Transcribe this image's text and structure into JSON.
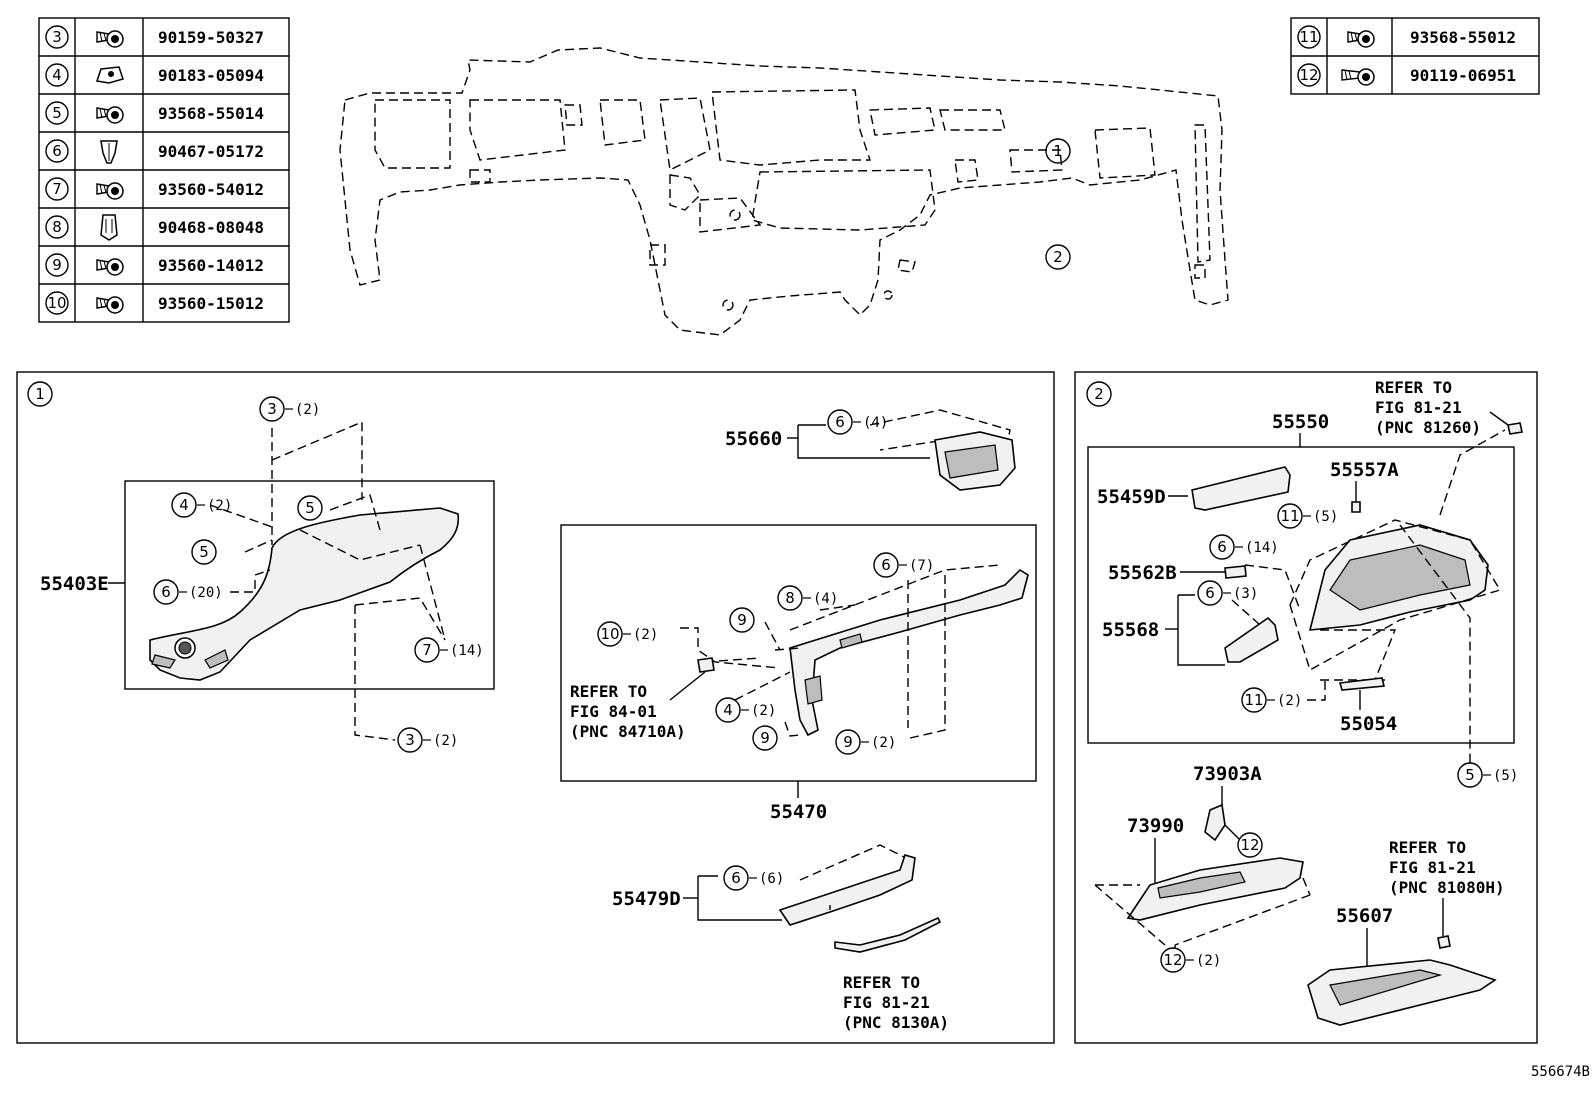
{
  "fastener_table_left": [
    {
      "callout": "3",
      "part": "90159-50327",
      "icon": "bolt-icon"
    },
    {
      "callout": "4",
      "part": "90183-05094",
      "icon": "clip-nut-icon"
    },
    {
      "callout": "5",
      "part": "93568-55014",
      "icon": "bolt-icon"
    },
    {
      "callout": "6",
      "part": "90467-05172",
      "icon": "push-clip-icon"
    },
    {
      "callout": "7",
      "part": "93560-54012",
      "icon": "bolt-icon"
    },
    {
      "callout": "8",
      "part": "90468-08048",
      "icon": "spring-clip-icon"
    },
    {
      "callout": "9",
      "part": "93560-14012",
      "icon": "bolt-icon"
    },
    {
      "callout": "10",
      "part": "93560-15012",
      "icon": "bolt-icon"
    }
  ],
  "fastener_table_right": [
    {
      "callout": "11",
      "part": "93568-55012",
      "icon": "bolt-icon"
    },
    {
      "callout": "12",
      "part": "90119-06951",
      "icon": "long-bolt-icon"
    }
  ],
  "overview": {
    "callout_1": "1",
    "callout_2": "2"
  },
  "panel1": {
    "heading": "1",
    "labels": {
      "p55403E": "55403E",
      "p55660": "55660",
      "p55470": "55470",
      "p55479D": "55479D"
    },
    "callouts": [
      {
        "n": "3",
        "qty": "(2)"
      },
      {
        "n": "4",
        "qty": "(2)"
      },
      {
        "n": "5",
        "qty": ""
      },
      {
        "n": "5",
        "qty": ""
      },
      {
        "n": "6",
        "qty": "(20)"
      },
      {
        "n": "7",
        "qty": "(14)"
      },
      {
        "n": "3",
        "qty": "(2)"
      },
      {
        "n": "6",
        "qty": "(4)"
      },
      {
        "n": "6",
        "qty": "(7)"
      },
      {
        "n": "8",
        "qty": "(4)"
      },
      {
        "n": "9",
        "qty": ""
      },
      {
        "n": "10",
        "qty": "(2)"
      },
      {
        "n": "4",
        "qty": "(2)"
      },
      {
        "n": "9",
        "qty": ""
      },
      {
        "n": "9",
        "qty": "(2)"
      },
      {
        "n": "6",
        "qty": "(6)"
      }
    ],
    "ref_84": [
      "REFER TO",
      "FIG 84-01",
      "(PNC 84710A)"
    ],
    "ref_8130": [
      "REFER TO",
      "FIG 81-21",
      "(PNC 8130A)"
    ]
  },
  "panel2": {
    "heading": "2",
    "labels": {
      "p55550": "55550",
      "p55459D": "55459D",
      "p55557A": "55557A",
      "p55562B": "55562B",
      "p55568": "55568",
      "p55054": "55054",
      "p73903A": "73903A",
      "p73990": "73990",
      "p55607": "55607"
    },
    "callouts": [
      {
        "n": "11",
        "qty": "(5)"
      },
      {
        "n": "6",
        "qty": "(14)"
      },
      {
        "n": "6",
        "qty": "(3)"
      },
      {
        "n": "11",
        "qty": "(2)"
      },
      {
        "n": "5",
        "qty": "(5)"
      },
      {
        "n": "12",
        "qty": ""
      },
      {
        "n": "12",
        "qty": "(2)"
      }
    ],
    "ref_81260": [
      "REFER TO",
      "FIG 81-21",
      "(PNC 81260)"
    ],
    "ref_81080": [
      "REFER TO",
      "FIG 81-21",
      "(PNC 81080H)"
    ]
  },
  "figure_code": "556674B"
}
